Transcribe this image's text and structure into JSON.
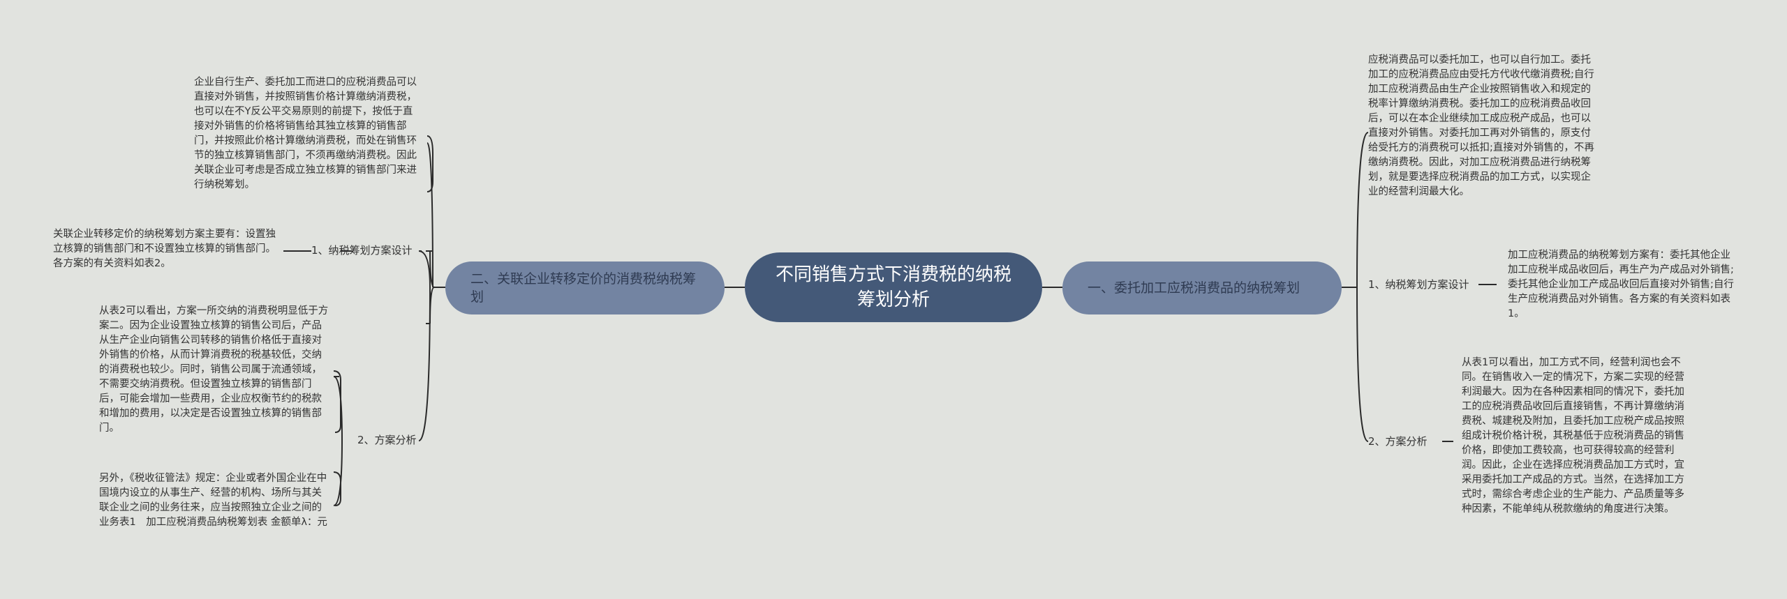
{
  "root": {
    "title": "不同销售方式下消费税的纳税筹划分析"
  },
  "left_branch": {
    "title": "二、关联企业转移定价的消费税纳税筹划",
    "sub1": {
      "label": "1、纳税筹划方案设计",
      "para_top": "企业自行生产、委托加工而进口的应税消费品可以直接对外销售，并按照销售价格计算缴纳消费税，也可以在不Y反公平交易原则的前提下，按低于直接对外销售的价格将销售给其独立核算的销售部门，并按照此价格计算缴纳消费税，而处在销售环节的独立核算销售部门，不须再缴纳消费税。因此关联企业可考虑是否成立独立核算的销售部门来进行纳税筹划。",
      "para_side": "关联企业转移定价的纳税筹划方案主要有：设置独立核算的销售部门和不设置独立核算的销售部门。各方案的有关资料如表2。"
    },
    "sub2": {
      "label": "2、方案分析",
      "para_a": "从表2可以看出，方案一所交纳的消费税明显低于方案二。因为企业设置独立核算的销售公司后，产品从生产企业向销售公司转移的销售价格低于直接对外销售的价格，从而计算消费税的税基较低，交纳的消费税也较少。同时，销售公司属于流通领域，不需要交纳消费税。但设置独立核算的销售部门后，可能会增加一些费用，企业应权衡节约的税款和增加的费用，以决定是否设置独立核算的销售部门。",
      "para_b": "另外，《税收征管法》规定：企业或者外国企业在中国境内设立的从事生产、经营的机构、场所与其关联企业之间的业务往来，应当按照独立企业之间的业务表1　加工应税消费品纳税筹划表 金额单λ：元"
    }
  },
  "right_branch": {
    "title": "一、委托加工应税消费品的纳税筹划",
    "para_top": "应税消费品可以委托加工，也可以自行加工。委托加工的应税消费品应由受托方代收代缴消费税;自行加工应税消费品由生产企业按照销售收入和规定的税率计算缴纳消费税。委托加工的应税消费品收回后，可以在本企业继续加工成应税产成品，也可以直接对外销售。对委托加工再对外销售的，原支付给受托方的消费税可以抵扣;直接对外销售的，不再缴纳消费税。因此，对加工应税消费品进行纳税筹划，就是要选择应税消费品的加工方式，以实现企业的经营利润最大化。",
    "sub1": {
      "label": "1、纳税筹划方案设计",
      "para": "加工应税消费品的纳税筹划方案有：委托其他企业加工应税半成品收回后，再生产为产成品对外销售;委托其他企业加工产成品收回后直接对外销售;自行生产应税消费品对外销售。各方案的有关资料如表1。"
    },
    "sub2": {
      "label": "2、方案分析",
      "para": "从表1可以看出，加工方式不同，经营利润也会不同。在销售收入一定的情况下，方案二实现的经营利润最大。因为在各种因素相同的情况下，委托加工的应税消费品收回后直接销售，不再计算缴纳消费税、城建税及附加，且委托加工应税产成品按照组成计税价格计税，其税基低于应税消费品的销售价格，即使加工费较高，也可获得较高的经营利润。因此，企业在选择应税消费品加工方式时，宜采用委托加工产成品的方式。当然，在选择加工方式时，需综合考虑企业的生产能力、产品质量等多种因素，不能单纯从税款缴纳的角度进行决策。"
    }
  }
}
